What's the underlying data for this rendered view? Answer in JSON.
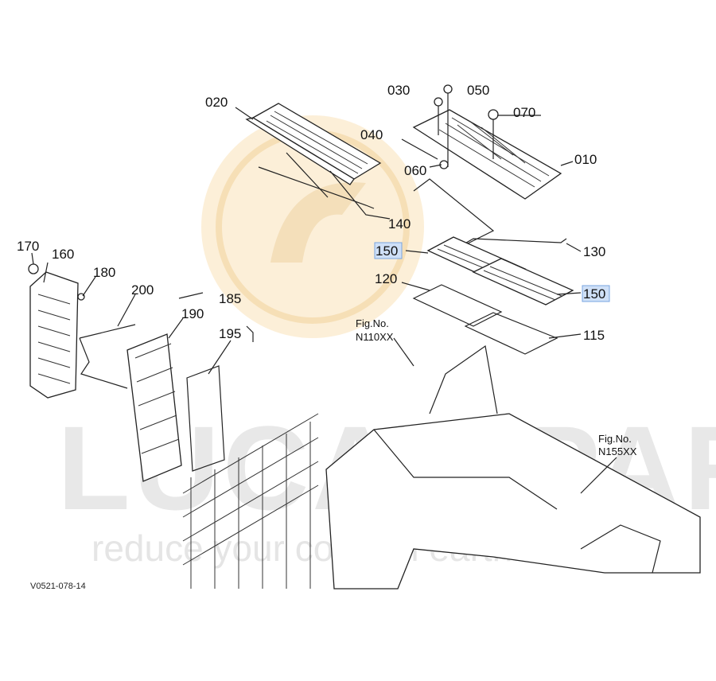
{
  "watermark": {
    "brand": "LUCAS PARTS",
    "tagline": "reduce your costs in earthmoving"
  },
  "diagram_code": "V0521-078-14",
  "callouts": {
    "c010": "010",
    "c020": "020",
    "c030": "030",
    "c040": "040",
    "c050": "050",
    "c060": "060",
    "c070": "070",
    "c115": "115",
    "c120": "120",
    "c130": "130",
    "c140": "140",
    "c150a": "150",
    "c150b": "150",
    "c160": "160",
    "c170": "170",
    "c180": "180",
    "c185": "185",
    "c190": "190",
    "c195": "195",
    "c200": "200"
  },
  "figrefs": {
    "fig1_label": "Fig.No.",
    "fig1_code": "N110XX",
    "fig2_label": "Fig.No.",
    "fig2_code": "N155XX"
  },
  "colors": {
    "highlight": "#cfe0f7",
    "logo_circle": "#fbe8c8"
  }
}
